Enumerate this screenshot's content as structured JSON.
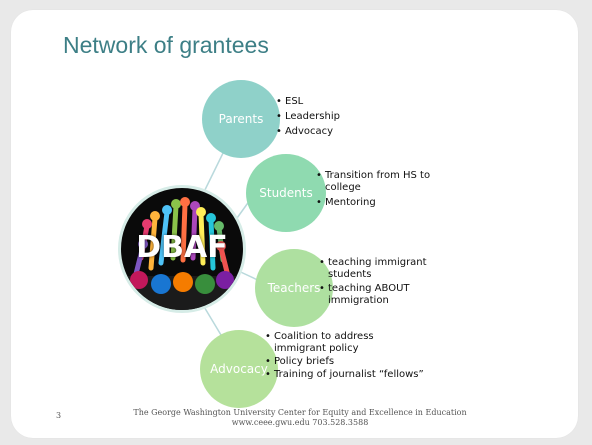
{
  "slide": {
    "title": "Network of grantees",
    "page_number": "3",
    "footer_line1": "The George Washington University Center for Equity and Excellence in Education",
    "footer_line2": "www.ceee.gwu.edu   703.528.3588"
  },
  "center": {
    "label": "DBAF"
  },
  "nodes": [
    {
      "label": "Parents",
      "color": "#8fd1c9",
      "bullets": [
        "ESL",
        "Leadership",
        "Advocacy"
      ]
    },
    {
      "label": "Students",
      "color": "#8fdab0",
      "bullets": [
        "Transition from HS to college",
        "Mentoring"
      ]
    },
    {
      "label": "Teachers",
      "color": "#aee0a0",
      "bullets": [
        "teaching immigrant students",
        "teaching ABOUT immigration"
      ]
    },
    {
      "label": "Advocacy",
      "color": "#b5e19b",
      "bullets": [
        "Coalition to address immigrant policy",
        "Policy briefs",
        "Training of journalist “fellows”"
      ]
    }
  ],
  "colors": {
    "title": "#3d7f86",
    "connector": "#b9d9dc",
    "center_bg": "#0a0a0a"
  }
}
